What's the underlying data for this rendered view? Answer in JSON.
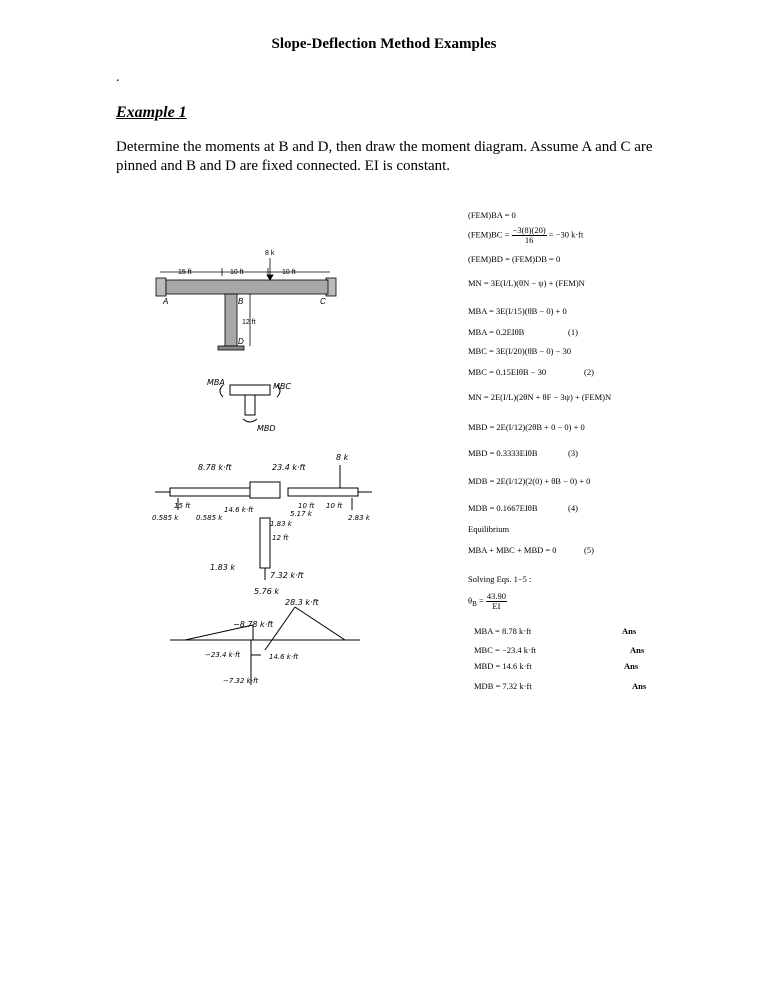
{
  "page_title": "Slope-Deflection Method Examples",
  "stray_dot": ".",
  "example_heading": "Example 1",
  "problem_statement": "Determine the moments at B and D, then draw the moment diagram. Assume A and C are pinned and B and D are fixed connected. EI is constant.",
  "beam_figure": {
    "load": "8 k",
    "dims": [
      "15 ft",
      "10 ft",
      "10 ft",
      "12 ft"
    ],
    "supports": [
      "A",
      "B",
      "C",
      "D"
    ]
  },
  "joint_fbd": {
    "labels": [
      "MBA",
      "MBC",
      "MBD"
    ]
  },
  "fbd_labels": [
    "8.78 k·ft",
    "23.4 k·ft",
    "8 k",
    "14.6 k·ft",
    "15 ft",
    "10 ft",
    "10 ft",
    "5.17 k",
    "2.83 k",
    "0.585 k",
    "0.585 k",
    "1.83 k",
    "12 ft",
    "1.83 k",
    "7.32 k·ft",
    "5.76 k"
  ],
  "moment_diagram_labels": [
    "28.3 k·ft",
    "−8.78 k·ft",
    "−23.4 k·ft",
    "14.6 k·ft",
    "−7.32 k·ft"
  ],
  "equations": {
    "fem_ba": "(FEM)BA = 0",
    "fem_bc_lhs": "(FEM)BC =",
    "fem_bc_num": "−3(8)(20)",
    "fem_bc_den": "16",
    "fem_bc_rhs": "= −30 k·ft",
    "fem_bd": "(FEM)BD = (FEM)DB = 0",
    "eq_mn_general": "MN = 3E(I/L)(θN − ψ) + (FEM)N",
    "eq_mba": "MBA = 3E(I/15)(θB − 0) + 0",
    "eq_mba_result": "MBA = 0.2EIθB",
    "eq1": "(1)",
    "eq_mbc": "MBC = 3E(I/20)(θB − 0) − 30",
    "eq_mbc_result": "MBC = 0.15EIθB − 30",
    "eq2": "(2)",
    "eq_mn_general2": "MN = 2E(I/L)(2θN + θF − 3ψ) + (FEM)N",
    "eq_mbd": "MBD = 2E(I/12)(2θB + 0 − 0) + 0",
    "eq_mbd_result": "MBD = 0.3333EIθB",
    "eq3": "(3)",
    "eq_mdb": "MDB = 2E(I/12)(2(0) + θB − 0) + 0",
    "eq_mdb_result": "MDB = 0.1667EIθB",
    "eq4": "(4)",
    "equilibrium": "Equilibrium",
    "eq_equil": "MBA + MBC + MBD = 0",
    "eq5": "(5)",
    "solving": "Solving Eqs. 1−5 :",
    "theta_num": "43.90",
    "theta_den": "EI"
  },
  "answers": [
    {
      "lhs": "MBA",
      "val": "= 8.78 k·ft",
      "tag": "Ans"
    },
    {
      "lhs": "MBC",
      "val": "= −23.4 k·ft",
      "tag": "Ans"
    },
    {
      "lhs": "MBD",
      "val": "= 14.6 k·ft",
      "tag": "Ans"
    },
    {
      "lhs": "MDB",
      "val": "= 7.32 k·ft",
      "tag": "Ans"
    }
  ]
}
